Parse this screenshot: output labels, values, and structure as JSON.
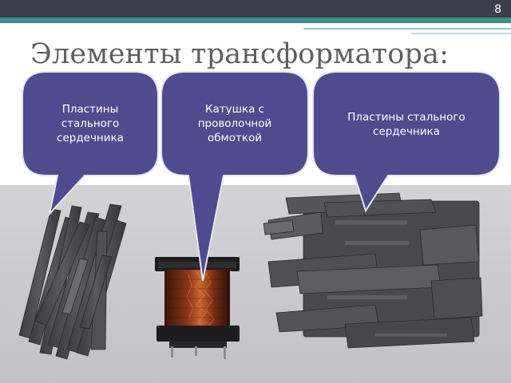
{
  "slide": {
    "number": "8",
    "title": "Элементы трансформатора:"
  },
  "callouts": [
    {
      "text": "Пластины\nстального\nсердечника",
      "target": "stacked-steel-plates"
    },
    {
      "text": "Катушка с\nпроволочной\nобмоткой",
      "target": "wire-coil"
    },
    {
      "text": "Пластины стального\nсердечника",
      "target": "e-shaped-steel-plates"
    }
  ],
  "colors": {
    "header": "#3b3e4c",
    "accent_teal": "#3d8f8f",
    "callout_fill": "#4e4b8e",
    "callout_border": "#e6e6f0",
    "photo_background": "#c9c9cb",
    "copper": "#9a3d1c"
  }
}
